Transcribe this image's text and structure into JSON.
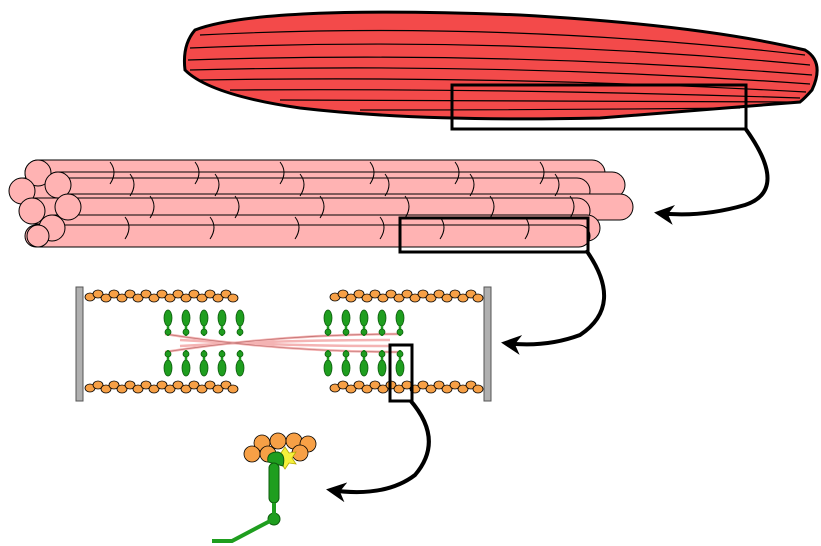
{
  "diagram": {
    "levels": [
      {
        "name": "muscle"
      },
      {
        "name": "muscle-fiber-bundle"
      },
      {
        "name": "sarcomere"
      },
      {
        "name": "actin-myosin-crossbridge"
      }
    ],
    "colors": {
      "muscle_fill": "#f34a4a",
      "fibril_fill": "#ffb3b3",
      "actin": "#f7a046",
      "myosin_head": "#1f9e1f",
      "myosin_tail": "#f4b4b4",
      "z_disc": "#b0b0b0",
      "binding_site": "#f5f03c",
      "stroke": "#000000"
    }
  }
}
